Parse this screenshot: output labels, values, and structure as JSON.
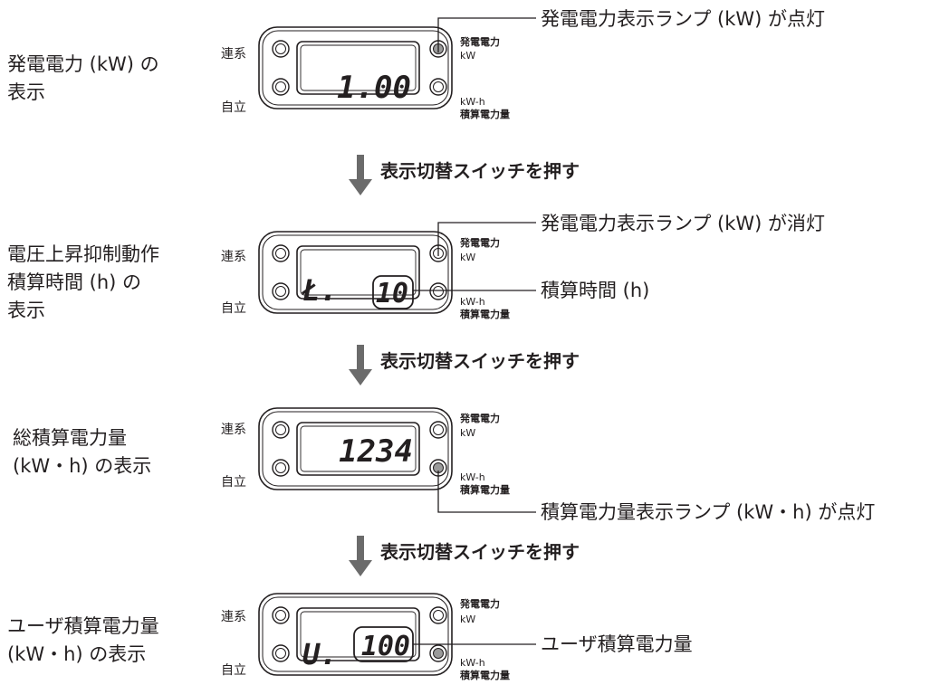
{
  "colors": {
    "ink": "#231f20",
    "panel_fill": "#ffffff",
    "lamp_on": "#9a9a9a",
    "arrow": "#6b6b6b"
  },
  "panel_labels": {
    "grid": "連系",
    "independent": "自立",
    "kw_top": "発電電力",
    "kw_bottom": "kW",
    "kwh_top": "kW-h",
    "kwh_bottom": "積算電力量"
  },
  "arrow_text": "表示切替スイッチを押す",
  "steps": [
    {
      "label": "発電電力 (kW) の\n表示",
      "display_prefix": "",
      "display_value": "1.00",
      "lamp_kw": "on",
      "lamp_kwh": "off",
      "callouts": [
        "発電電力表示ランプ (kW) が点灯"
      ]
    },
    {
      "label": "電圧上昇抑制動作\n積算時間 (h) の\n表示",
      "display_prefix": "Ł.",
      "display_value": "10",
      "lamp_kw": "off",
      "lamp_kwh": "off",
      "callouts": [
        "発電電力表示ランプ (kW) が消灯",
        "積算時間 (h)"
      ]
    },
    {
      "label": "総積算電力量\n(kW・h) の表示",
      "display_prefix": "",
      "display_value": "1234",
      "lamp_kw": "off",
      "lamp_kwh": "on",
      "callouts": [
        "積算電力量表示ランプ (kW・h) が点灯"
      ]
    },
    {
      "label": "ユーザ積算電力量\n(kW・h) の表示",
      "display_prefix": "U.",
      "display_value": "100",
      "lamp_kw": "off",
      "lamp_kwh": "on",
      "callouts": [
        "ユーザ積算電力量"
      ]
    }
  ]
}
